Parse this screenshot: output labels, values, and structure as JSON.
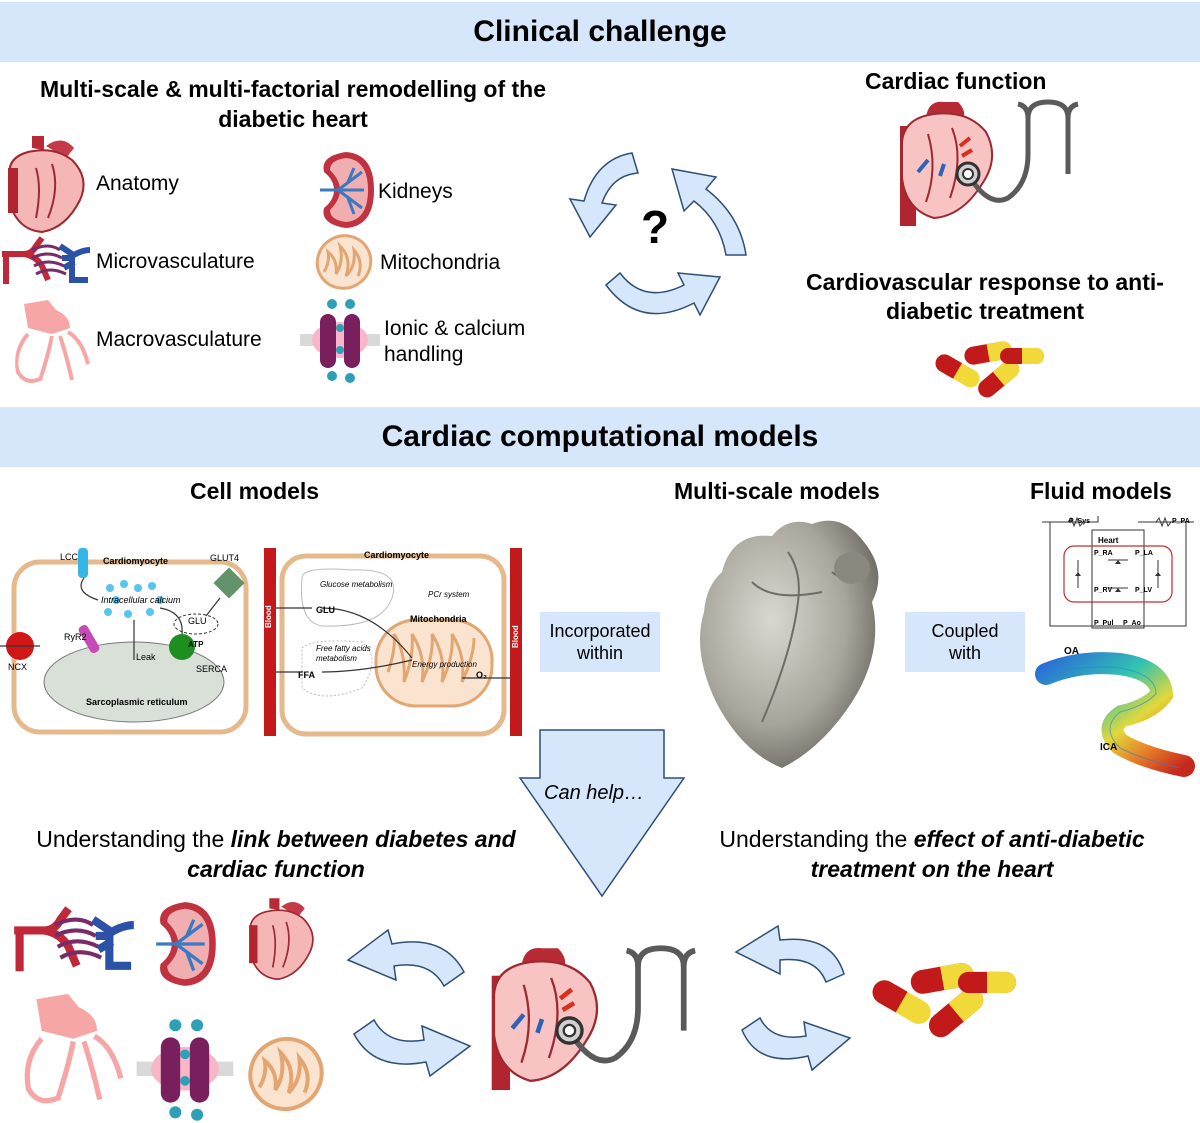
{
  "banners": {
    "clinical": "Clinical challenge",
    "models": "Cardiac computational models"
  },
  "clinical": {
    "remodelling_title_1": "Multi-scale & multi-factorial remodelling of the",
    "remodelling_title_2": "diabetic heart",
    "anatomy": "Anatomy",
    "microvasculature": "Microvasculature",
    "macrovasculature": "Macrovasculature",
    "kidneys": "Kidneys",
    "mitochondria": "Mitochondria",
    "ionic_1": "Ionic & calcium",
    "ionic_2": "handling",
    "question": "?",
    "cardiac_function": "Cardiac function",
    "response_1": "Cardiovascular response to anti-",
    "response_2": "diabetic treatment"
  },
  "models": {
    "cell_models": "Cell models",
    "multiscale_models": "Multi-scale models",
    "fluid_models": "Fluid models",
    "incorporated_1": "Incorporated",
    "incorporated_2": "within",
    "coupled_1": "Coupled",
    "coupled_2": "with",
    "can_help": "Can help…"
  },
  "cell1": {
    "lcc": "LCC",
    "cardiomyocyte": "Cardiomyocyte",
    "glut4": "GLUT4",
    "intracellular": "Intracellular calcium",
    "glu": "GLU",
    "atp": "ATP",
    "ryr2": "RyR2",
    "leak": "Leak",
    "serca": "SERCA",
    "ncx": "NCX",
    "sr": "Sarcoplasmic reticulum"
  },
  "cell2": {
    "cardiomyocyte": "Cardiomyocyte",
    "glucose": "Glucose metabolism",
    "pcr": "PCr system",
    "glu": "GLU",
    "mito": "Mitochondria",
    "ffa_met_1": "Free fatty acids",
    "ffa_met_2": "metabolism",
    "ffa": "FFA",
    "energy": "Energy production",
    "o2": "O₂",
    "blood": "Blood"
  },
  "fluid": {
    "heart": "Heart",
    "ra": "P_RA",
    "la": "P_LA",
    "rv": "P_RV",
    "lv": "P_LV",
    "p_sys": "P_Sys",
    "p_pa": "P_PA",
    "p_pul": "P_Pul",
    "p_ao": "P_Ao",
    "oa": "OA",
    "ica": "ICA"
  },
  "bottom": {
    "left_1_plain": "Understanding the ",
    "left_1_em": "link between diabetes and",
    "left_2_em": "cardiac function",
    "right_1_plain": "Understanding the ",
    "right_1_em": "effect of anti-diabetic",
    "right_2_em": "treatment on the heart"
  },
  "colors": {
    "banner": "#d6e6fb",
    "arrow": "#d6e6fb",
    "arrow_stroke": "#2f4f75",
    "heart_red": "#c0283a",
    "membrane": "#e8b98a"
  }
}
